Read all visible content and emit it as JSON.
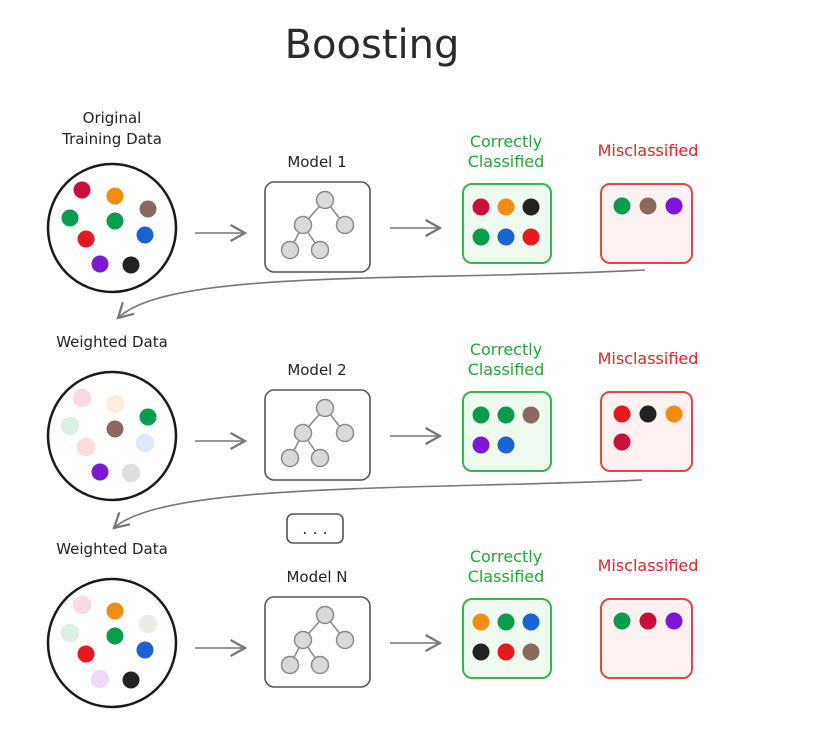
{
  "title": "Boosting",
  "colors": {
    "crimson": "#c8103e",
    "orange": "#f28c13",
    "green": "#0a9c4e",
    "brown": "#8a6a5e",
    "red": "#e5191e",
    "blue": "#1a63d1",
    "purple": "#7d17d6",
    "black": "#222222",
    "correct_text": "#22a63a",
    "correct_border": "#39b54a",
    "correct_fill": "#effaf0",
    "mis_text": "#e0242e",
    "mis_border": "#e04848",
    "mis_fill": "#fdf1f1"
  },
  "ellipsis": ". . .",
  "rows": [
    {
      "data_label": [
        "Original",
        "Training Data"
      ],
      "model_label": "Model 1",
      "correct_label": [
        "Correctly",
        "Classified"
      ],
      "mis_label": "Misclassified",
      "data_dots": [
        {
          "color": "crimson"
        },
        {
          "color": "orange"
        },
        {
          "color": "brown"
        },
        {
          "color": "green"
        },
        {
          "color": "green"
        },
        {
          "color": "red"
        },
        {
          "color": "blue"
        },
        {
          "color": "purple"
        },
        {
          "color": "black"
        }
      ],
      "correct_dots": [
        "crimson",
        "orange",
        "black",
        "green",
        "blue",
        "red"
      ],
      "mis_dots": [
        "green",
        "brown",
        "purple"
      ]
    },
    {
      "data_label": [
        "Weighted Data"
      ],
      "model_label": "Model 2",
      "correct_label": [
        "Correctly",
        "Classified"
      ],
      "mis_label": "Misclassified",
      "data_dots": [
        {
          "color": "crimson",
          "faded": true
        },
        {
          "color": "orange",
          "faded": true
        },
        {
          "color": "green"
        },
        {
          "color": "green",
          "faded": true
        },
        {
          "color": "brown"
        },
        {
          "color": "red",
          "faded": true
        },
        {
          "color": "blue",
          "faded": true
        },
        {
          "color": "purple"
        },
        {
          "color": "black",
          "faded": true
        }
      ],
      "correct_dots": [
        "green",
        "green",
        "brown",
        "purple",
        "blue"
      ],
      "mis_dots": [
        "red",
        "black",
        "orange",
        "crimson"
      ]
    },
    {
      "data_label": [
        "Weighted Data"
      ],
      "model_label": "Model N",
      "correct_label": [
        "Correctly",
        "Classified"
      ],
      "mis_label": "Misclassified",
      "data_dots": [
        {
          "color": "crimson",
          "faded": true
        },
        {
          "color": "orange"
        },
        {
          "color": "brown",
          "faded": true
        },
        {
          "color": "green",
          "faded": true
        },
        {
          "color": "green"
        },
        {
          "color": "red"
        },
        {
          "color": "blue"
        },
        {
          "color": "purple",
          "faded": true
        },
        {
          "color": "black"
        }
      ],
      "correct_dots": [
        "orange",
        "green",
        "blue",
        "black",
        "red",
        "brown"
      ],
      "mis_dots": [
        "green",
        "crimson",
        "purple"
      ]
    }
  ]
}
